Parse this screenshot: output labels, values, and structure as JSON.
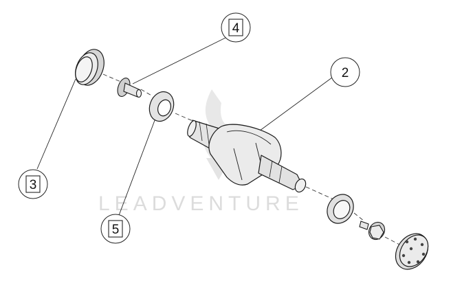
{
  "watermark": {
    "text": "LEADVENTURE"
  },
  "callouts": [
    {
      "id": "4",
      "label": "4",
      "shape": "square"
    },
    {
      "id": "2",
      "label": "2",
      "shape": "circle"
    },
    {
      "id": "3",
      "label": "3",
      "shape": "square"
    },
    {
      "id": "5",
      "label": "5",
      "shape": "square"
    }
  ],
  "parts": [
    {
      "id": "3",
      "kind": "grease-cap"
    },
    {
      "id": "4",
      "kind": "stud-bolt"
    },
    {
      "id": "5",
      "kind": "washer"
    },
    {
      "id": "2",
      "kind": "spindle"
    },
    {
      "id": "washer-lower",
      "kind": "flat-washer"
    },
    {
      "id": "nut-lower",
      "kind": "flange-nut"
    },
    {
      "id": "hub-lower",
      "kind": "hub-flange"
    }
  ],
  "colors": {
    "line": "#1a1a1a",
    "part_fill": "#e9e9e9",
    "part_shade": "#c8c8c8",
    "watermark": "#d9d9d9"
  }
}
